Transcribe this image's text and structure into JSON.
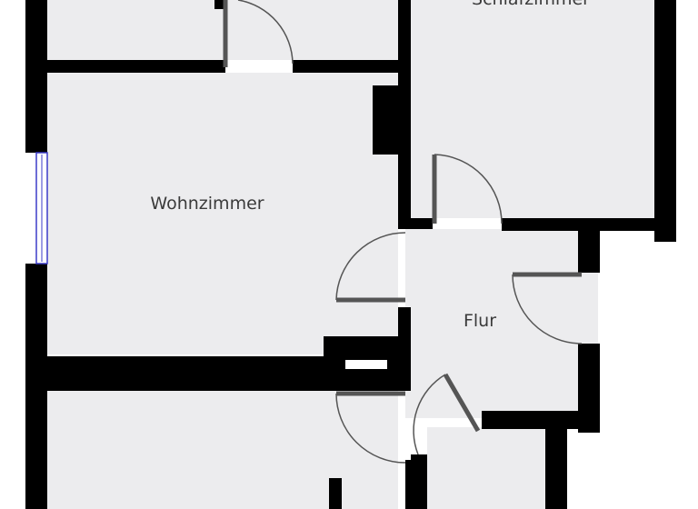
{
  "floorplan": {
    "rooms": [
      {
        "id": "schlafzimmer",
        "label": "Schlafzimmer"
      },
      {
        "id": "wohnzimmer",
        "label": "Wohnzimmer"
      },
      {
        "id": "flur",
        "label": "Flur"
      }
    ],
    "colors": {
      "wall": "#000000",
      "floor": "#ececee",
      "door": "#555555",
      "window": "#3b3bc8",
      "background": "#ffffff"
    }
  }
}
